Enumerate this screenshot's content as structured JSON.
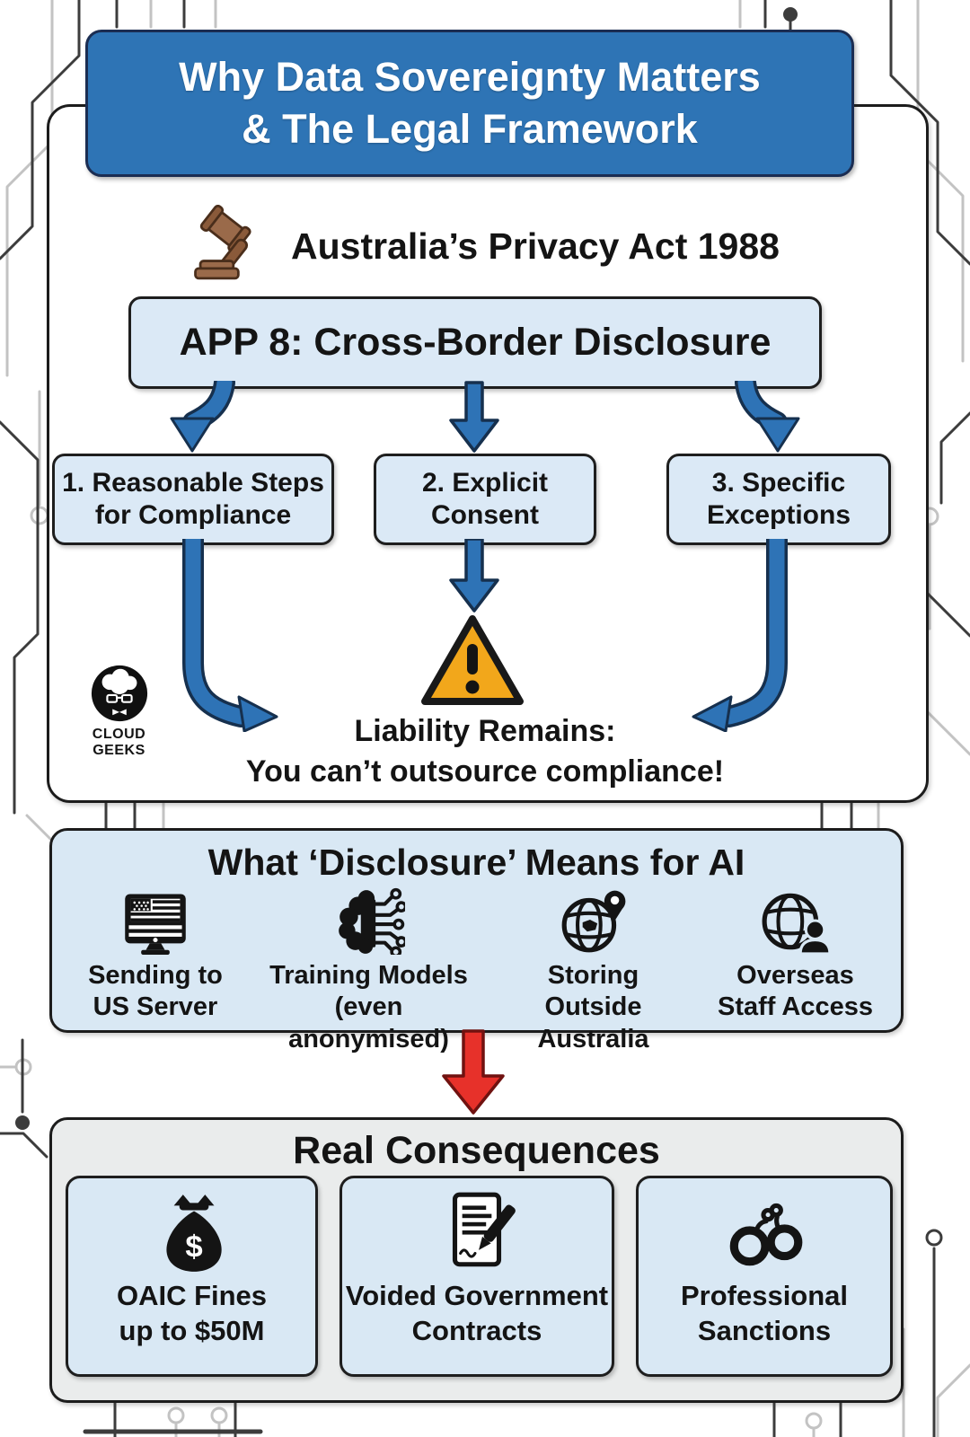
{
  "colors": {
    "header_blue": "#2e74b5",
    "light_blue_box": "#dbe9f6",
    "section_blue": "#d9e8f4",
    "panel_gray": "#eaecec",
    "arrow_blue": "#2e73b6",
    "arrow_outline": "#16304e",
    "warning_amber": "#f2a71b",
    "alert_red": "#e7312a",
    "ink": "#141414"
  },
  "header": {
    "line1": "Why Data Sovereignty Matters",
    "line2": "& The Legal Framework"
  },
  "act": {
    "title": "Australia’s Privacy Act 1988"
  },
  "app8": {
    "label": "APP 8: Cross-Border Disclosure"
  },
  "steps": [
    {
      "line1": "1. Reasonable Steps",
      "line2": "for Compliance"
    },
    {
      "line1": "2. Explicit",
      "line2": "Consent"
    },
    {
      "line1": "3. Specific",
      "line2": "Exceptions"
    }
  ],
  "liability": {
    "line1": "Liability Remains:",
    "line2": "You can’t outsource compliance!"
  },
  "logo": {
    "label": "CLOUD GEEKS"
  },
  "disclosure": {
    "title": "What ‘Disclosure’ Means for AI",
    "items": [
      {
        "icon": "us-flag-monitor-icon",
        "line1": "Sending to",
        "line2": "US Server"
      },
      {
        "icon": "ai-brain-circuit-icon",
        "line1": "Training Models",
        "line2": "(even anonymised)"
      },
      {
        "icon": "globe-australia-pin-icon",
        "line1": "Storing Outside",
        "line2": "Australia"
      },
      {
        "icon": "globe-person-icon",
        "line1": "Overseas",
        "line2": "Staff Access"
      }
    ]
  },
  "consequences": {
    "title": "Real Consequences",
    "items": [
      {
        "icon": "money-bag-icon",
        "line1": "OAIC Fines",
        "line2": "up to $50M"
      },
      {
        "icon": "contract-pen-icon",
        "line1": "Voided Government",
        "line2": "Contracts"
      },
      {
        "icon": "handcuffs-icon",
        "line1": "Professional",
        "line2": "Sanctions"
      }
    ]
  },
  "icons": {
    "dollar": "$"
  }
}
